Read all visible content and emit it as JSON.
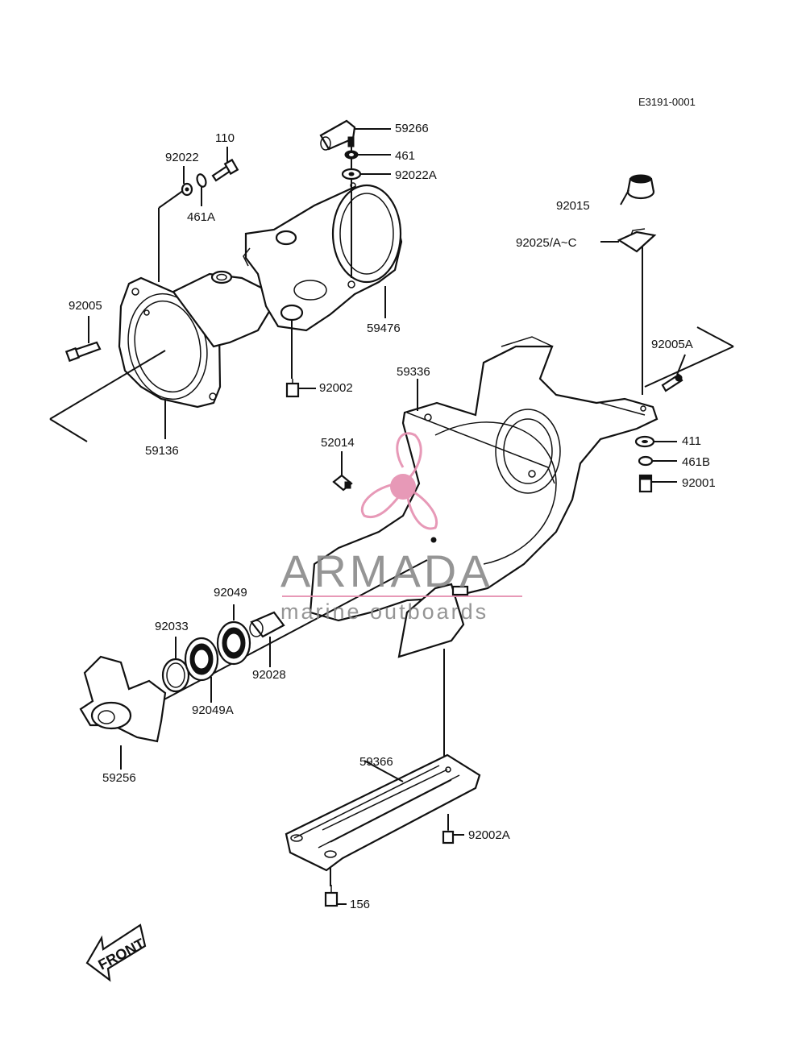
{
  "diagram": {
    "code": "E3191-0001",
    "front_label": "FRONT",
    "parts": {
      "p59266": "59266",
      "p461": "461",
      "p92022A": "92022A",
      "p110": "110",
      "p92022": "92022",
      "p461A": "461A",
      "p92005": "92005",
      "p59476": "59476",
      "p92002": "92002",
      "p59136": "59136",
      "p92015": "92015",
      "p92025": "92025/A~C",
      "p92005A": "92005A",
      "p59336": "59336",
      "p52014": "52014",
      "p411": "411",
      "p461B": "461B",
      "p92001": "92001",
      "p92049": "92049",
      "p92033": "92033",
      "p92028": "92028",
      "p92049A": "92049A",
      "p59256": "59256",
      "p59366": "59366",
      "p92002A": "92002A",
      "p156": "156"
    }
  },
  "watermark": {
    "brand": "ARMADA",
    "tagline": "marine outboards",
    "accent_color": "#e58fb0",
    "text_color": "#8a8a8a"
  }
}
